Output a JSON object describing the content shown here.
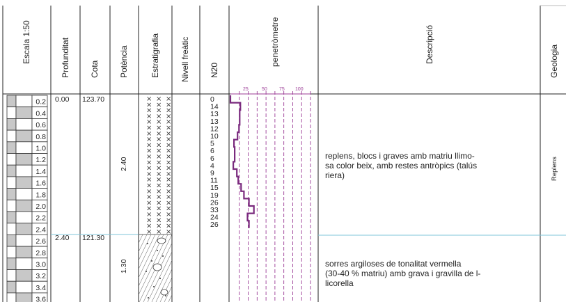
{
  "headers": {
    "escala": "Escala 1:50",
    "profunditat": "Profunditat",
    "cota": "Cota",
    "potencia": "Potència",
    "estratigrafia": "Estratigrafia",
    "nivell_freatic": "Nivell freàtic",
    "n20": "N20",
    "penetrometre": "penetròmetre",
    "descripcio": "Descripció",
    "geologia": "Geologia"
  },
  "penetrometre_ticks": [
    "25",
    "50",
    "75",
    "100"
  ],
  "scale_marks": [
    "0.2",
    "0.4",
    "0.6",
    "0.8",
    "1.0",
    "1.2",
    "1.4",
    "1.6",
    "1.8",
    "2.0",
    "2.2",
    "2.4",
    "2.6",
    "2.8",
    "3.0",
    "3.2",
    "3.4",
    "3.6"
  ],
  "layers": [
    {
      "profunditat": "0.00",
      "cota": "123.70",
      "potencia": "2.40",
      "descripcio": [
        "replens, blocs i graves amb matriu llimo-",
        "sa color beix, amb restes antròpics (talús",
        "riera)"
      ],
      "geologia": "Replens"
    },
    {
      "profunditat": "2.40",
      "cota": "121.30",
      "potencia": "1.30",
      "descripcio": [
        "sorres argiloses de tonalitat vermella",
        "(30-40 % matriu) amb grava i gravilla de l-",
        "licorella"
      ],
      "geologia": ""
    }
  ],
  "n20_values": [
    0,
    14,
    13,
    13,
    12,
    10,
    5,
    6,
    6,
    4,
    9,
    11,
    15,
    19,
    26,
    33,
    24,
    26
  ],
  "colors": {
    "penetrometer": "#7a2a7e",
    "tick": "#9b3b96",
    "grid": "#222222",
    "layer_line": "#7fc6d8",
    "scale_fill": "#c8c8c8"
  }
}
